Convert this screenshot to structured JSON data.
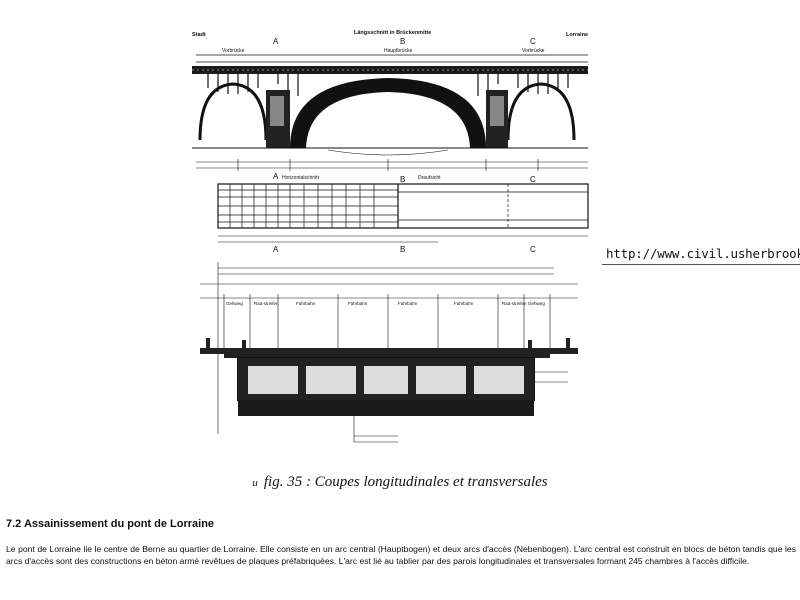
{
  "figure": {
    "left_label": "Stadt",
    "top_title": "Längsschnitt in Brückenmitte",
    "right_label": "Lorraine",
    "section_markers": [
      "A",
      "B",
      "C"
    ],
    "elevation_labels": [
      "Vorbrücke",
      "Hauptbrücke",
      "Vorbrücke"
    ],
    "plan_labels": [
      "Horizontalschnitt",
      "Draufsicht"
    ],
    "cross_section_labels": [
      "Gehweg",
      "Rad-streifen",
      "Fahrbahn",
      "Fahrbahn",
      "Fahrbahn",
      "Fahrbahn",
      "Rad-streifen",
      "Gehweg"
    ]
  },
  "url_overlay": "http://www.civil.usherbrooke.ca/",
  "caption": {
    "bullet": "u",
    "text": "fig. 35 : Coupes longitudinales et transversales"
  },
  "section": {
    "title": "7.2 Assainissement du pont de Lorraine",
    "paragraph": "Le pont de Lorraine lie le centre de Berne au quartier de Lorraine. Elle consiste en un arc central (Hauptbogen) et deux arcs d'accès (Nebenbogen). L'arc central est construit en blocs de béton tandis que les arcs d'accès sont des constructions en béton armé revêtues de plaques préfabriquées. L'arc est lié au tablier par des parois longitudinales et transversales formant 245 chambres à l'accès difficile."
  }
}
